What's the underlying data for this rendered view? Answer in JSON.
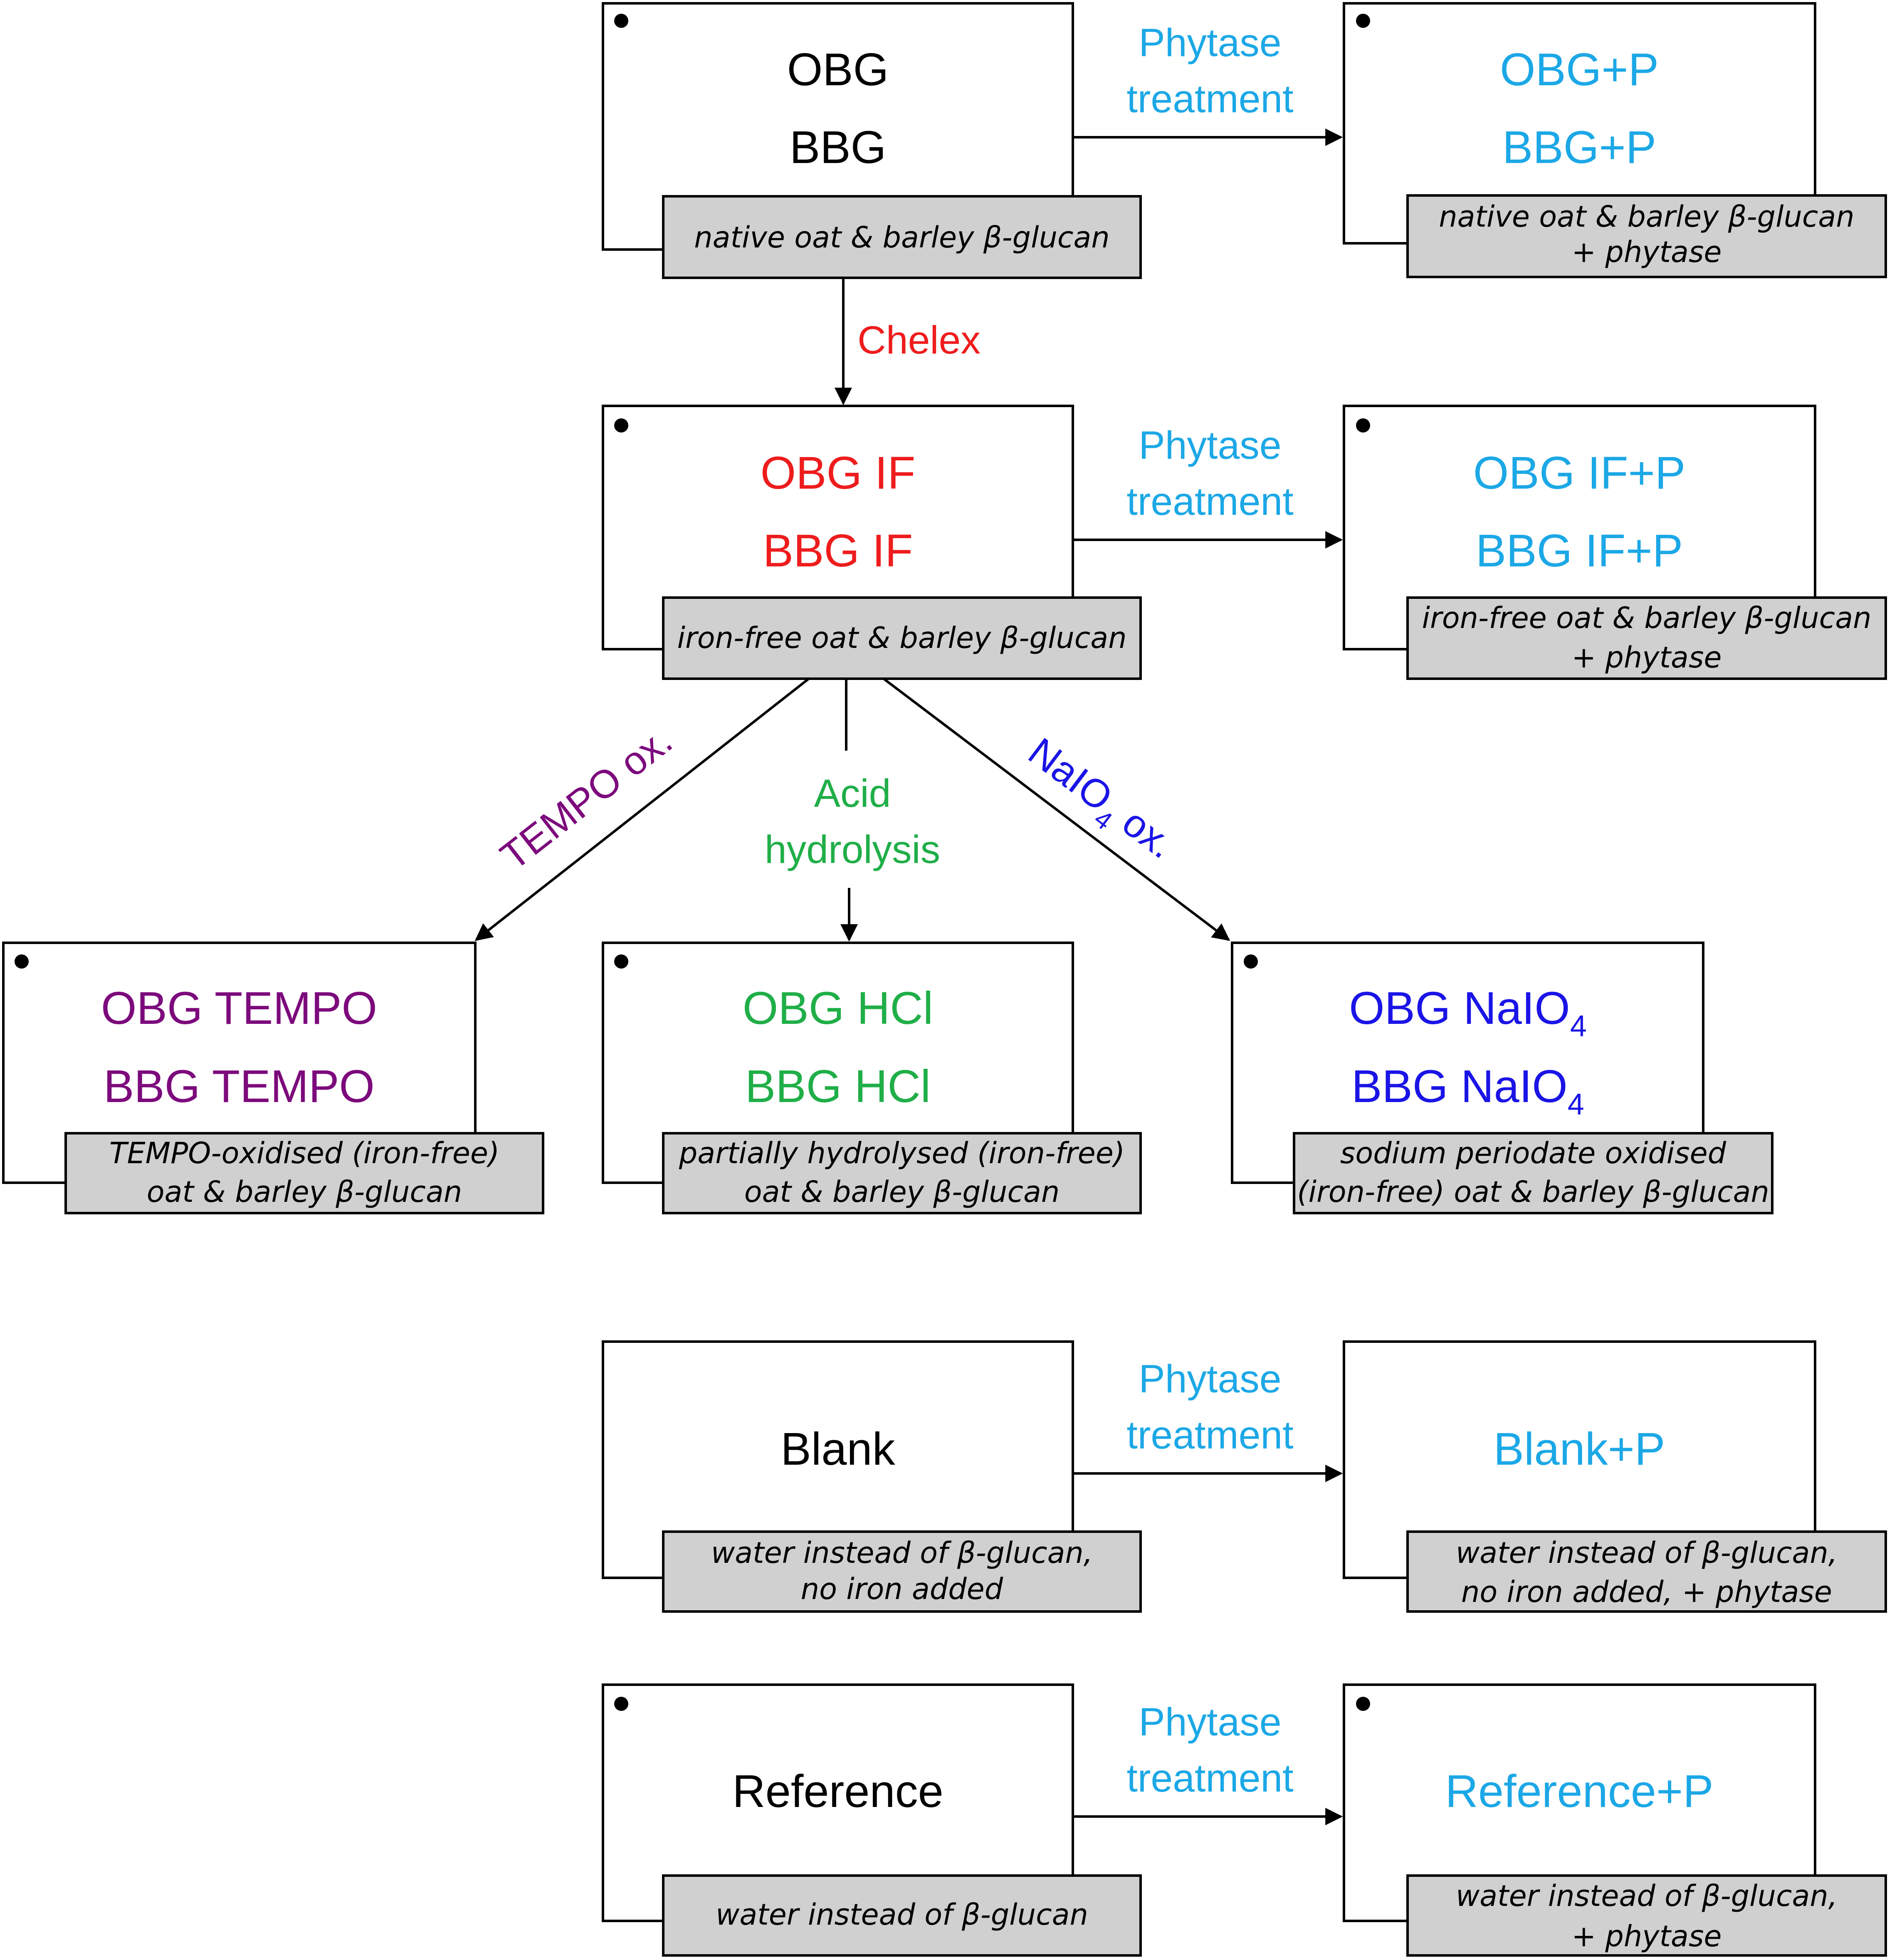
{
  "colors": {
    "black": "#000000",
    "phytase": "#1ca8e6",
    "chelex": "#ee1c1c",
    "tempo": "#7d0a7d",
    "acid": "#1fae47",
    "naio4": "#1a14e6",
    "caption_fill": "#d0d0d0"
  },
  "nodes": {
    "obg": {
      "line1": "OBG",
      "line2": "BBG",
      "caption1": "native oat & barley β-glucan",
      "caption2": ""
    },
    "obg_p": {
      "line1": "OBG+P",
      "line2": "BBG+P",
      "caption1": "native oat & barley β-glucan",
      "caption2": "+ phytase"
    },
    "if": {
      "line1": "OBG IF",
      "line2": "BBG IF",
      "caption1": "iron-free oat & barley β-glucan",
      "caption2": ""
    },
    "if_p": {
      "line1": "OBG IF+P",
      "line2": "BBG IF+P",
      "caption1": "iron-free oat & barley β-glucan",
      "caption2": "+ phytase"
    },
    "tempo": {
      "line1": "OBG TEMPO",
      "line2": "BBG TEMPO",
      "caption1": "TEMPO-oxidised (iron-free)",
      "caption2": "oat & barley β-glucan"
    },
    "hcl": {
      "line1": "OBG HCl",
      "line2": "BBG HCl",
      "caption1": "partially hydrolysed (iron-free)",
      "caption2": "oat & barley β-glucan"
    },
    "naio4": {
      "line1": "OBG NaIO",
      "line2": "BBG NaIO",
      "sub": "4",
      "caption1": "sodium periodate oxidised",
      "caption2": "(iron-free) oat & barley β-glucan"
    },
    "blank": {
      "line1": "Blank",
      "caption1": "water instead of β-glucan,",
      "caption2": "no iron added"
    },
    "blank_p": {
      "line1": "Blank+P",
      "caption1": "water instead of β-glucan,",
      "caption2": "no iron added, + phytase"
    },
    "ref": {
      "line1": "Reference",
      "caption1": "water instead of β-glucan",
      "caption2": ""
    },
    "ref_p": {
      "line1": "Reference+P",
      "caption1": "water instead of β-glucan,",
      "caption2": "+ phytase"
    }
  },
  "edges": {
    "phytase": {
      "line1": "Phytase",
      "line2": "treatment"
    },
    "chelex": {
      "label": "Chelex"
    },
    "tempo": {
      "label": "TEMPO ox."
    },
    "acid": {
      "line1": "Acid",
      "line2": "hydrolysis"
    },
    "naio4": {
      "label": "NaIO",
      "sub": "4",
      "suffix": " ox."
    }
  }
}
